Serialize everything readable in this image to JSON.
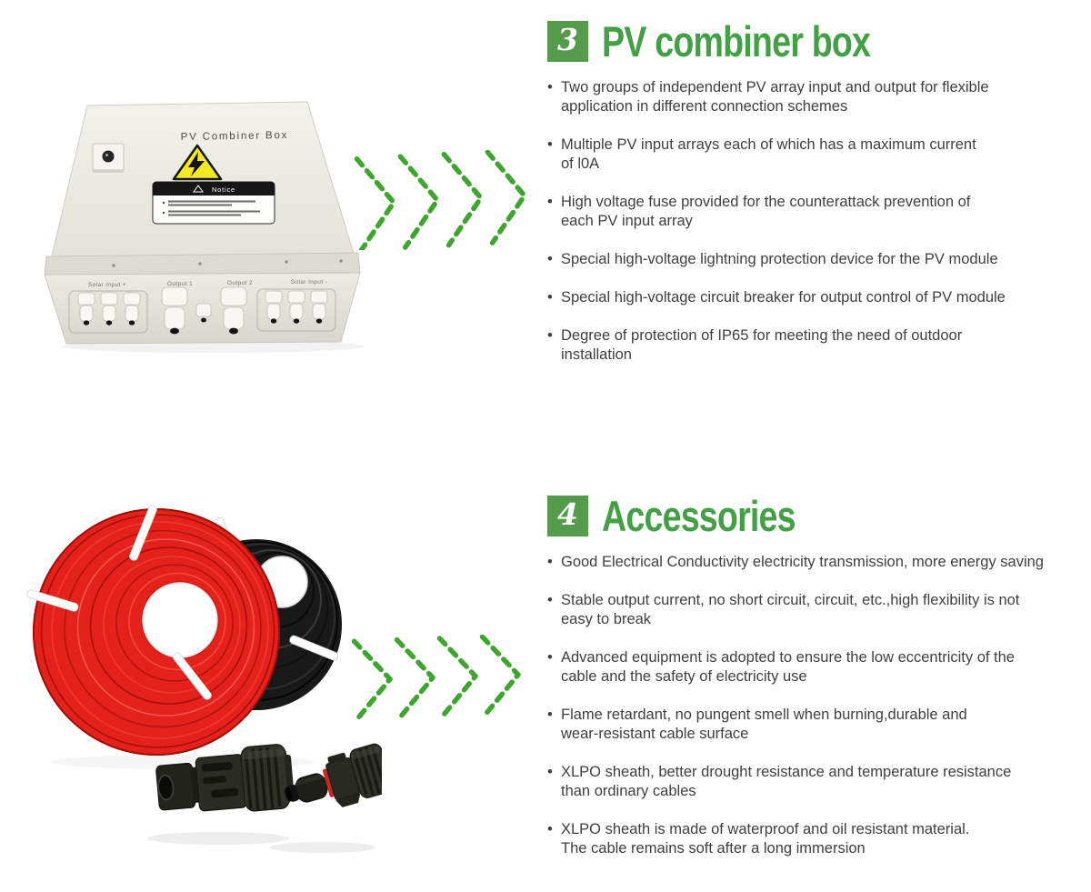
{
  "colors": {
    "accent_green": "#43a045",
    "number_box_green": "#559b4c",
    "arrow_green": "#3ea52e",
    "body_text": "#3f3f3f",
    "cable_red": "#e5211b",
    "cable_black": "#191919",
    "warning_yellow": "#f2e922"
  },
  "ui": {
    "bullet_char": "•"
  },
  "sections": [
    {
      "number": "3",
      "title": "PV combiner box",
      "bullets": [
        "Two groups of independent PV array input and output for flexible\napplication in different connection schemes",
        "Multiple PV input arrays each of which has a maximum current\nof l0A",
        "High voltage fuse provided for the counterattack prevention of\neach PV input array",
        "Special high-voltage lightning protection device for the PV module",
        "Special high-voltage circuit breaker for output control of PV module",
        "Degree of protection of IP65 for meeting the need of outdoor\ninstallation"
      ],
      "image": {
        "lid_text": "PV Combiner Box",
        "notice_title": "Notice",
        "port_labels": [
          "Solar Input +",
          "Output 1",
          "Output 2",
          "Solar Input -"
        ]
      }
    },
    {
      "number": "4",
      "title": "Accessories",
      "bullets": [
        "Good Electrical Conductivity electricity transmission, more energy saving",
        "Stable output current, no short circuit, circuit, etc.,high flexibility is not\neasy to break",
        "Advanced equipment is adopted to ensure the low eccentricity of the\ncable and the safety of electricity use",
        "Flame retardant, no pungent smell when burning,durable and\nwear-resistant cable surface",
        "XLPO sheath, better drought resistance and temperature resistance\nthan ordinary cables",
        "XLPO sheath is made of waterproof and oil resistant material.\nThe cable remains soft after a long immersion"
      ]
    }
  ]
}
